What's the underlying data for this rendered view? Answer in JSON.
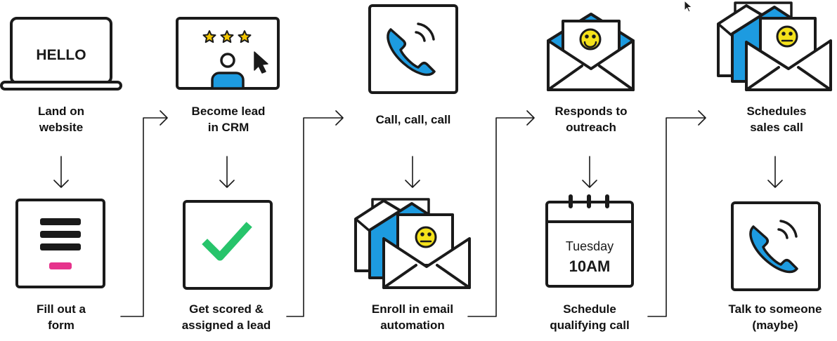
{
  "steps": {
    "land_on_website": "Land on\nwebsite",
    "become_lead": "Become lead\nin CRM",
    "call": "Call, call, call",
    "responds": "Responds to\noutreach",
    "schedules_sales_call": "Schedules\nsales call",
    "fill_form": "Fill out a\nform",
    "get_scored": "Get scored &\nassigned a lead",
    "enroll_email": "Enroll in email\nautomation",
    "schedule_qualifying": "Schedule\nqualifying call",
    "talk_to_someone": "Talk to someone\n(maybe)"
  },
  "icons": {
    "laptop_screen_text": "HELLO",
    "calendar_day": "Tuesday",
    "calendar_time": "10AM"
  },
  "colors": {
    "outline": "#1a1a1a",
    "accent_blue": "#1d9be0",
    "smiley_yellow": "#f5e21b",
    "check_green": "#27c46b",
    "form_pink": "#e6338c",
    "star_yellow": "#f2c500"
  }
}
